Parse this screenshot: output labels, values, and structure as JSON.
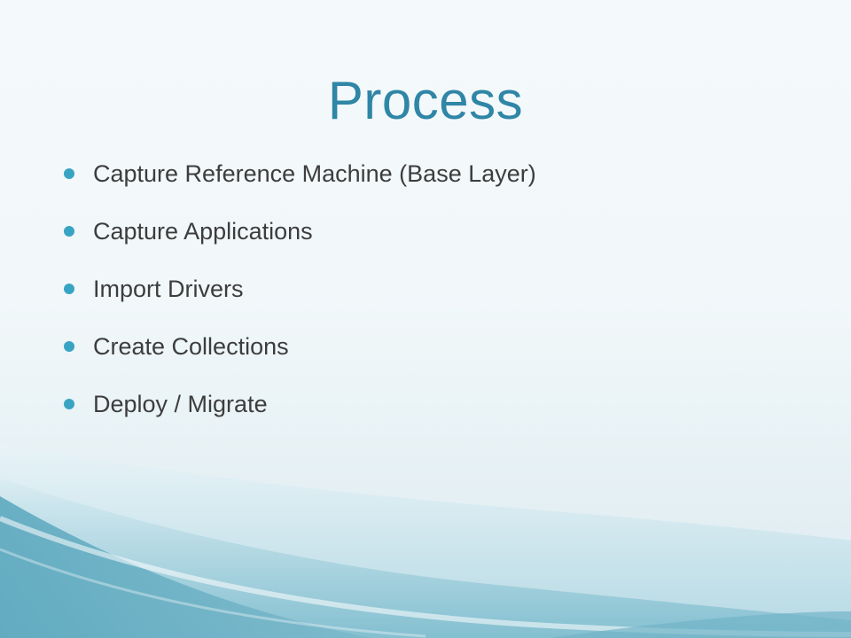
{
  "slide": {
    "title": "Process",
    "bullets": [
      "Capture Reference Machine (Base Layer)",
      "Capture Applications",
      "Import Drivers",
      "Create Collections",
      "Deploy / Migrate"
    ]
  },
  "colors": {
    "title": "#2f86a6",
    "bullet_marker": "#39a3c3",
    "body_text": "#3d3d3d",
    "wave_dark": "#6fb4c8",
    "wave_light": "#bfe0ea"
  }
}
